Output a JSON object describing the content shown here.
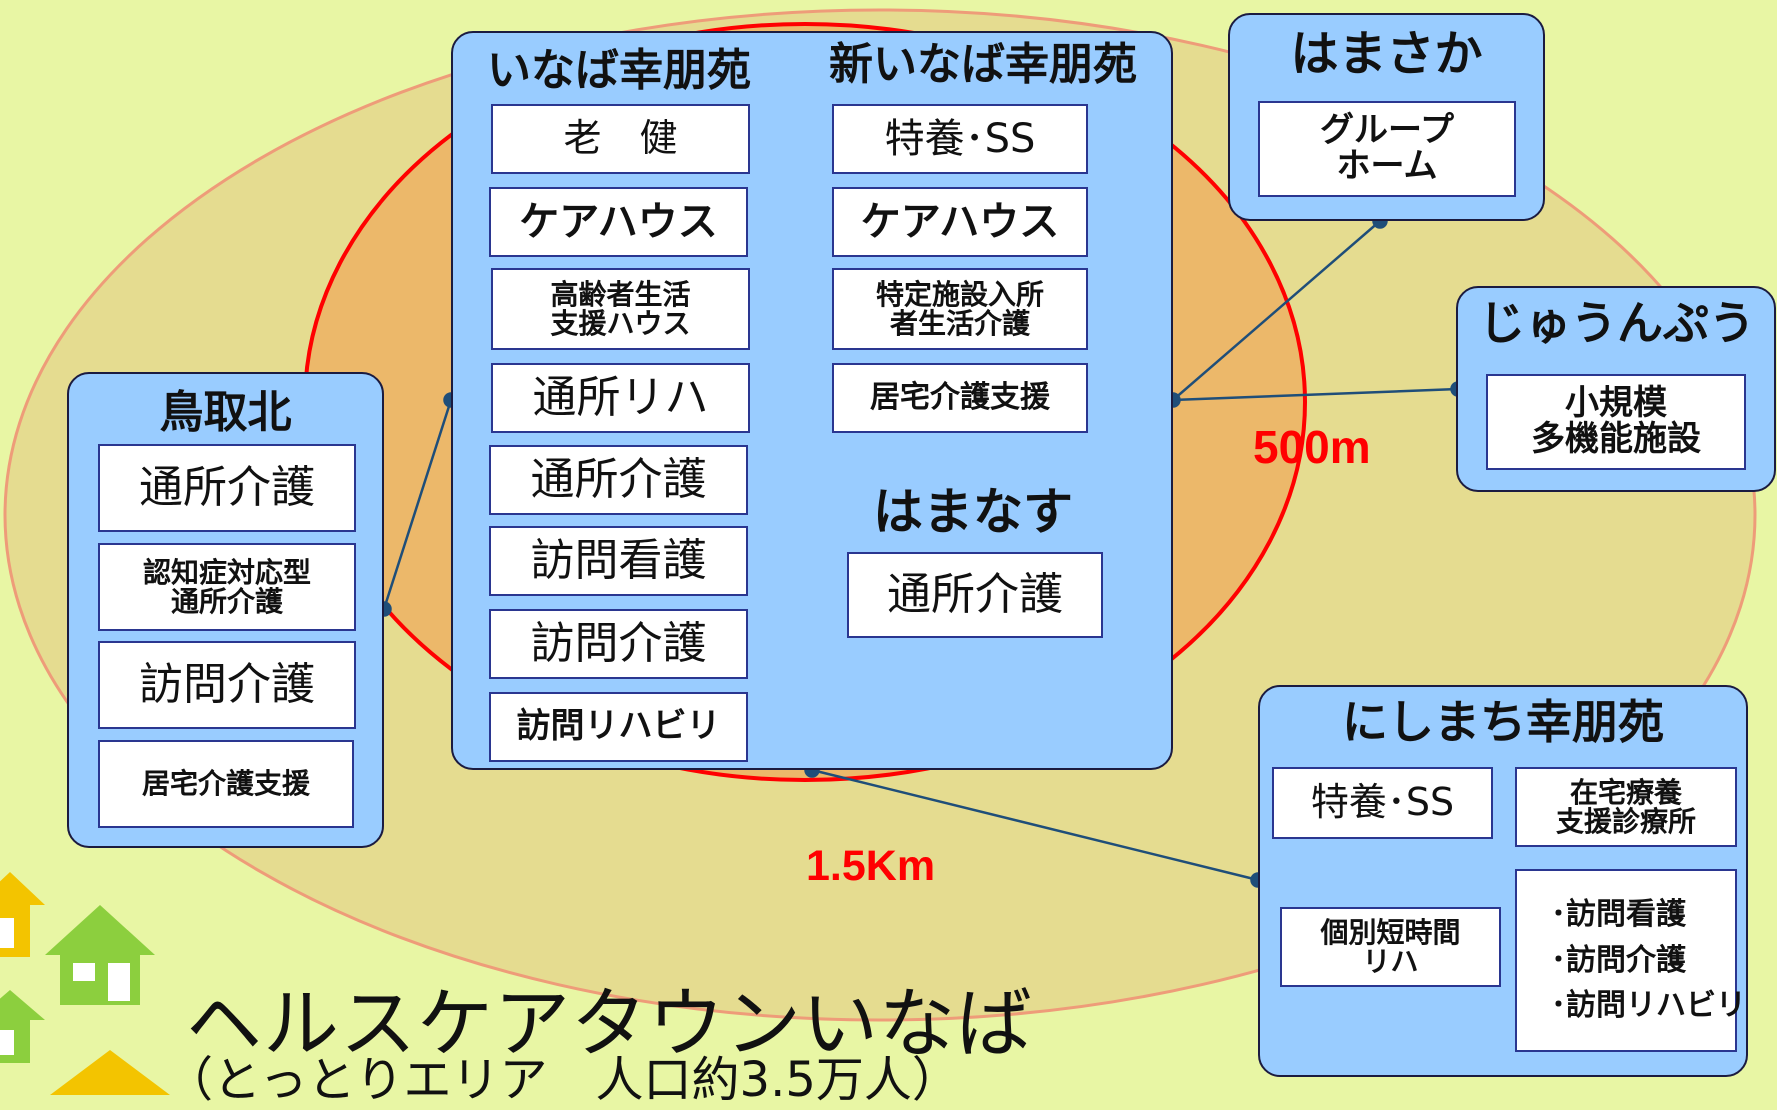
{
  "colors": {
    "background": "#e8f6a4",
    "outer_area": "#e5dc90",
    "inner_area": "#ecb86a",
    "radius_line": "#ff0000",
    "panel_fill": "#99ccff",
    "connector": "#1f4e79"
  },
  "facilities": {
    "inaba": {
      "title": "いなば幸朋苑",
      "services": [
        "老　健",
        "ケアハウス",
        "高齢者生活\n支援ハウス",
        "通所リハ",
        "通所介護",
        "訪問看護",
        "訪問介護",
        "訪問リハビリ"
      ]
    },
    "shin_inaba": {
      "title": "新いなば幸朋苑",
      "services": [
        "特養･SS",
        "ケアハウス",
        "特定施設入所\n者生活介護",
        "居宅介護支援"
      ]
    },
    "hamanasu": {
      "title": "はまなす",
      "services": [
        "通所介護"
      ]
    },
    "hamasaka": {
      "title": "はまさか",
      "services": [
        "グループ\nホーム"
      ]
    },
    "junpu": {
      "title": "じゅうんぷう",
      "services": [
        "小規模\n多機能施設"
      ]
    },
    "tottori_kita": {
      "title": "鳥取北",
      "services": [
        "通所介護",
        "認知症対応型\n通所介護",
        "訪問介護",
        "居宅介護支援"
      ]
    },
    "nishimachi": {
      "title": "にしまち幸朋苑",
      "services": [
        "特養･SS",
        "在宅療養\n支援診療所",
        "個別短時間\nリハ"
      ],
      "list": [
        "･訪問看護",
        "･訪問介護",
        "･訪問リハビリ"
      ]
    }
  },
  "radius": {
    "inner": "500m",
    "outer": "1.5Km"
  },
  "area": {
    "name": "ヘルスケアタウンいなば",
    "subtitle": "（とっとりエリア　人口約3.5万人）"
  },
  "icons": [
    "house-icon",
    "house-icon",
    "house-icon",
    "house-icon"
  ]
}
